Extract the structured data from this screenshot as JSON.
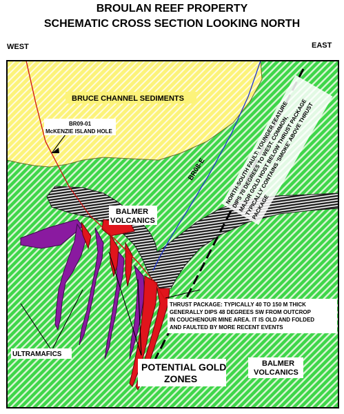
{
  "title_line1": "BROULAN REEF PROPERTY",
  "title_line2": "SCHEMATIC CROSS SECTION LOOKING NORTH",
  "direction_west": "WEST",
  "direction_east": "EAST",
  "labels": {
    "bruce_channel": "BRUCE CHANNEL SEDIMENTS",
    "hole_id": "BR09-01",
    "hole_name": "McKENZIE ISLAND HOLE",
    "br08e": "BR08-E",
    "balmer_upper_1": "BALMER",
    "balmer_upper_2": "VOLCANICS",
    "fault_1": "NORTH-SOUTH FAULT: YOUNGER FEATURE",
    "fault_2": "DIPS 70 DEGREES TO WEST. COMMON,",
    "fault_3": "MAJOR GOLD HOST BELOW THRUST PACKAGE",
    "fault_4": "TYPICALLY CONTAINS 'SMOKE' ABOVE THRUST",
    "fault_5": "PACKAGE",
    "thrust_1": "THRUST PACKAGE: TYPICALLY 40 TO 150 M THICK",
    "thrust_2": "GENERALLY DIPS 48 DEGREES SW FROM OUTCROP",
    "thrust_3": "IN COUCHENOUR MINE AREA. IT IS OLD AND FOLDED",
    "thrust_4": "AND FAULTED BY MORE RECENT EVENTS",
    "ultramafics": "ULTRAMAFICS",
    "potential_1": "POTENTIAL GOLD",
    "potential_2": "ZONES",
    "balmer_lower_1": "BALMER",
    "balmer_lower_2": "VOLCANICS"
  },
  "colors": {
    "volcanics": "#3fd64a",
    "sediments": "#fcf37a",
    "ultramafics": "#8a1aa0",
    "gold": "#e0141c",
    "hatch_stripe": "#d8f5d3",
    "thrust": "#1e1e1e"
  }
}
